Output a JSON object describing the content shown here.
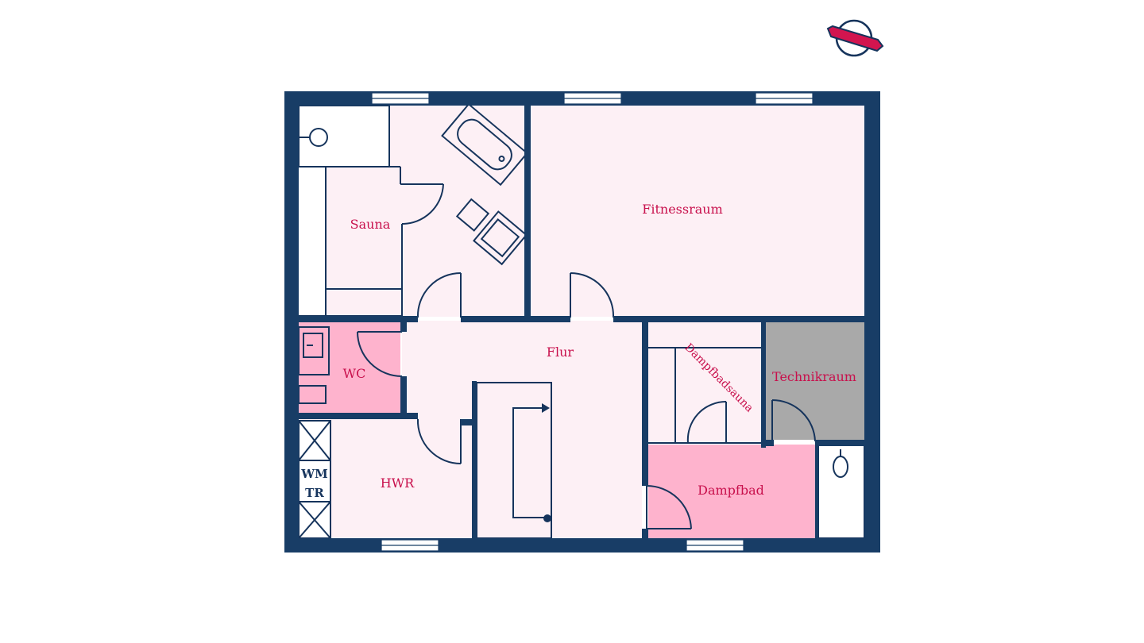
{
  "rooms": {
    "fitnessraum": "Fitnessraum",
    "sauna": "Sauna",
    "flur": "Flur",
    "wc": "WC",
    "dampfbadsauna": "Dampfbadsauna",
    "technikraum": "Technikraum",
    "hwr": "HWR",
    "dampfbad": "Dampfbad"
  },
  "appliances": {
    "wm": "WM",
    "tr": "TR"
  },
  "icons": {
    "compass": "compass-icon"
  },
  "colors": {
    "wall": "#183d66",
    "room_light": "#fdf0f5",
    "room_pink": "#feb3cd",
    "room_grey": "#a9a9a9",
    "label": "#c8104c",
    "compass_needle": "#d2154f"
  }
}
